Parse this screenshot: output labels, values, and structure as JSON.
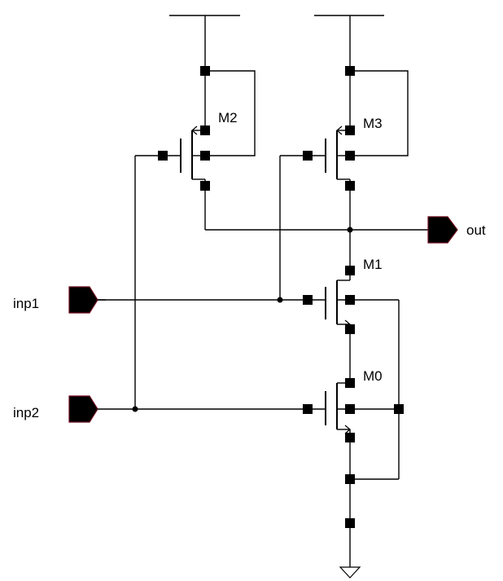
{
  "schematic": {
    "transistors": {
      "m0": {
        "name": "M0",
        "type": "nmos"
      },
      "m1": {
        "name": "M1",
        "type": "nmos"
      },
      "m2": {
        "name": "M2",
        "type": "pmos"
      },
      "m3": {
        "name": "M3",
        "type": "pmos"
      }
    },
    "ports": {
      "inp1": "inp1",
      "inp2": "inp2",
      "out": "out"
    },
    "symbols": {
      "supply": "vdd-bar",
      "ground": "ground-triangle"
    },
    "colors": {
      "wire": "#000000",
      "port_outline": "#6b0b1d"
    }
  }
}
